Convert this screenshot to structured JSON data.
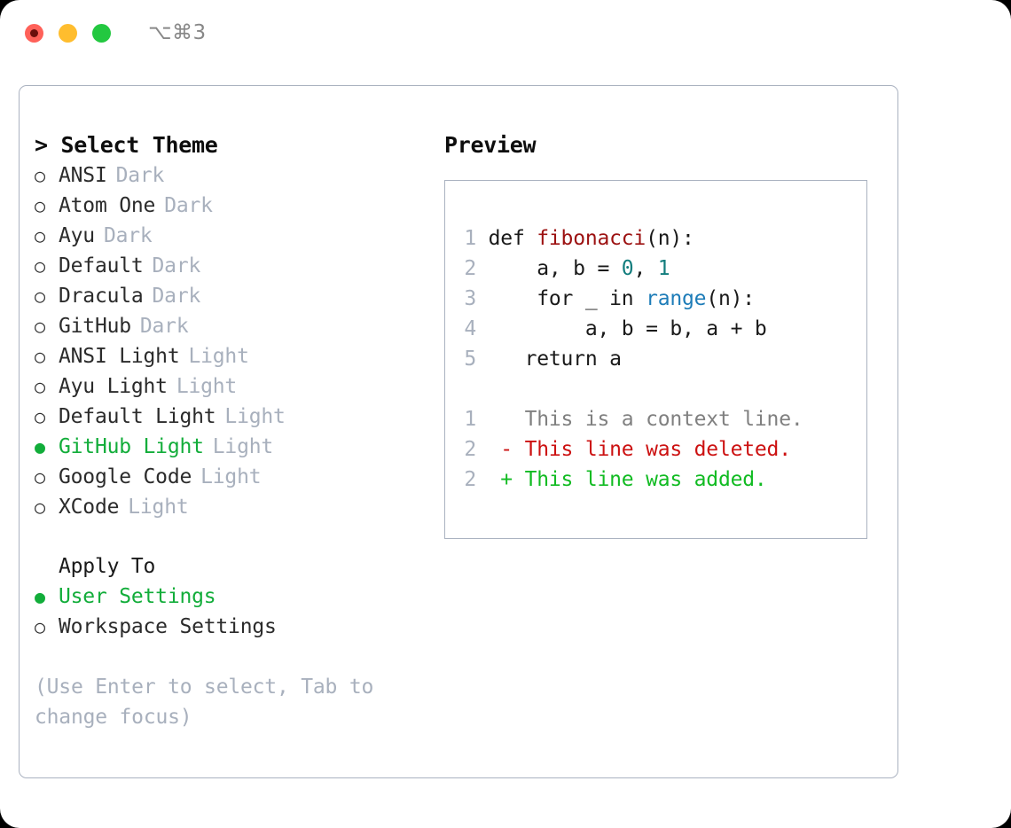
{
  "window": {
    "title": "⌥⌘3",
    "traffic_lights": [
      {
        "name": "close",
        "color": "#ff6159"
      },
      {
        "name": "minimize",
        "color": "#ffbd2e"
      },
      {
        "name": "maximize",
        "color": "#23c840"
      }
    ]
  },
  "theme_picker": {
    "header": "> Select Theme",
    "marker_unselected": "○",
    "marker_selected": "●",
    "items": [
      {
        "marker": "○",
        "name": "ANSI",
        "variant": "Dark",
        "selected": false
      },
      {
        "marker": "○",
        "name": "Atom One",
        "variant": "Dark",
        "selected": false
      },
      {
        "marker": "○",
        "name": "Ayu",
        "variant": "Dark",
        "selected": false
      },
      {
        "marker": "○",
        "name": "Default",
        "variant": "Dark",
        "selected": false
      },
      {
        "marker": "○",
        "name": "Dracula",
        "variant": "Dark",
        "selected": false
      },
      {
        "marker": "○",
        "name": "GitHub",
        "variant": "Dark",
        "selected": false
      },
      {
        "marker": "○",
        "name": "ANSI Light",
        "variant": "Light",
        "selected": false
      },
      {
        "marker": "○",
        "name": "Ayu Light",
        "variant": "Light",
        "selected": false
      },
      {
        "marker": "○",
        "name": "Default Light",
        "variant": "Light",
        "selected": false
      },
      {
        "marker": "●",
        "name": "GitHub Light",
        "variant": "Light",
        "selected": true
      },
      {
        "marker": "○",
        "name": "Google Code",
        "variant": "Light",
        "selected": false
      },
      {
        "marker": "○",
        "name": "XCode",
        "variant": "Light",
        "selected": false
      }
    ]
  },
  "apply_to": {
    "header": "Apply To",
    "items": [
      {
        "marker": "●",
        "name": "User Settings",
        "selected": true
      },
      {
        "marker": "○",
        "name": "Workspace Settings",
        "selected": false
      }
    ]
  },
  "hint": "(Use Enter to select, Tab to change focus)",
  "preview": {
    "title": "Preview",
    "code_lines": [
      {
        "num": "1",
        "tokens": [
          {
            "text": "def ",
            "style": "plain"
          },
          {
            "text": "fibonacci",
            "style": "fn"
          },
          {
            "text": "(n):",
            "style": "plain"
          }
        ]
      },
      {
        "num": "2",
        "tokens": [
          {
            "text": "    a, b = ",
            "style": "plain"
          },
          {
            "text": "0",
            "style": "num"
          },
          {
            "text": ", ",
            "style": "plain"
          },
          {
            "text": "1",
            "style": "num"
          }
        ]
      },
      {
        "num": "3",
        "tokens": [
          {
            "text": "    for _ in ",
            "style": "plain"
          },
          {
            "text": "range",
            "style": "builtin"
          },
          {
            "text": "(n):",
            "style": "plain"
          }
        ]
      },
      {
        "num": "4",
        "tokens": [
          {
            "text": "        a, b = b, a + b",
            "style": "plain"
          }
        ]
      },
      {
        "num": "5",
        "tokens": [
          {
            "text": "   return a",
            "style": "plain"
          }
        ]
      }
    ],
    "diff_lines": [
      {
        "num": "1",
        "sign": " ",
        "text": " This is a context line.",
        "kind": "ctx"
      },
      {
        "num": "2",
        "sign": "-",
        "text": " This line was deleted.",
        "kind": "del"
      },
      {
        "num": "2",
        "sign": "+",
        "text": " This line was added.",
        "kind": "add"
      }
    ]
  },
  "colors": {
    "accent_green": "#12ad3a",
    "muted": "#a8b0bd",
    "border": "#aab2c0",
    "fn_red": "#9c1111",
    "num_teal": "#127d7d",
    "builtin_blue": "#1d7cb8",
    "diff_del": "#cc1111",
    "diff_add": "#11bb22"
  }
}
